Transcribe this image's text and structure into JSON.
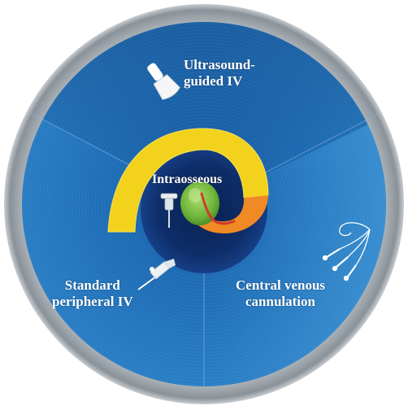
{
  "diagram": {
    "center_label": "Intraosseous",
    "segments": [
      {
        "id": "ultrasound",
        "lines": [
          "Ultrasound-",
          "guided IV"
        ],
        "icon": "ultrasound-probe-icon"
      },
      {
        "id": "peripheral",
        "lines": [
          "Standard",
          "peripheral IV"
        ],
        "icon": "iv-cannula-icon"
      },
      {
        "id": "central",
        "lines": [
          "Central venous",
          "cannulation"
        ],
        "icon": "central-line-catheter-icon"
      }
    ],
    "center_icon": "intraosseous-needle-icon",
    "colors": {
      "outer_ring": "#9aa2a8",
      "disc": "#1f6fb4",
      "inner_dark": "#0c2a63",
      "spiral": "#f2d21c",
      "target": "#77bf3f",
      "needle_path": "#d23a2a"
    }
  }
}
